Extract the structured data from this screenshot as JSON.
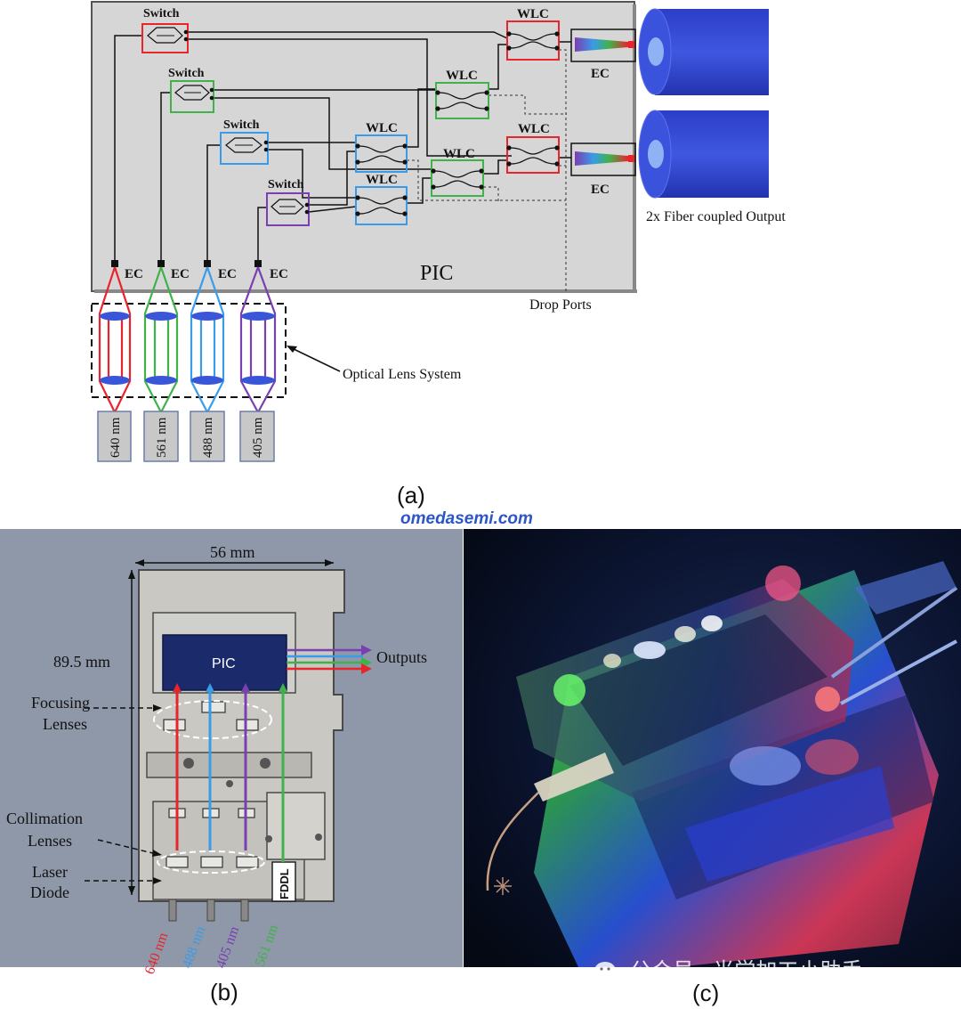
{
  "panel_a": {
    "caption": "(a)",
    "chip_label": "PIC",
    "switch_label": "Switch",
    "wlc_label": "WLC",
    "ec_label": "EC",
    "fiber_output_label": "2x Fiber coupled Output",
    "drop_ports_label": "Drop Ports",
    "lens_system_label": "Optical Lens System",
    "wavelengths": [
      "640 nm",
      "561 nm",
      "488 nm",
      "405 nm"
    ],
    "channel_colors": [
      "#e8252a",
      "#3fb24a",
      "#3a9be8",
      "#7a3fb0"
    ]
  },
  "watermark_site": "omedasemi.com",
  "panel_b": {
    "caption": "(b)",
    "width_dim": "56 mm",
    "height_dim": "89.5 mm",
    "chip_label": "PIC",
    "outputs_label": "Outputs",
    "focusing_label": [
      "Focusing",
      "Lenses"
    ],
    "collimation_label": [
      "Collimation",
      "Lenses"
    ],
    "laser_label": [
      "Laser",
      "Diode"
    ],
    "fddl_label": "FDDL",
    "wavelengths": [
      "640 nm",
      "488 nm",
      "405 nm",
      "561 nm"
    ],
    "wavelength_colors": [
      "#e8252a",
      "#3a9be8",
      "#7a3fb0",
      "#3fb24a"
    ]
  },
  "panel_c": {
    "caption": "(c)",
    "watermark_text": "公众号 · 光学加工小助手"
  }
}
